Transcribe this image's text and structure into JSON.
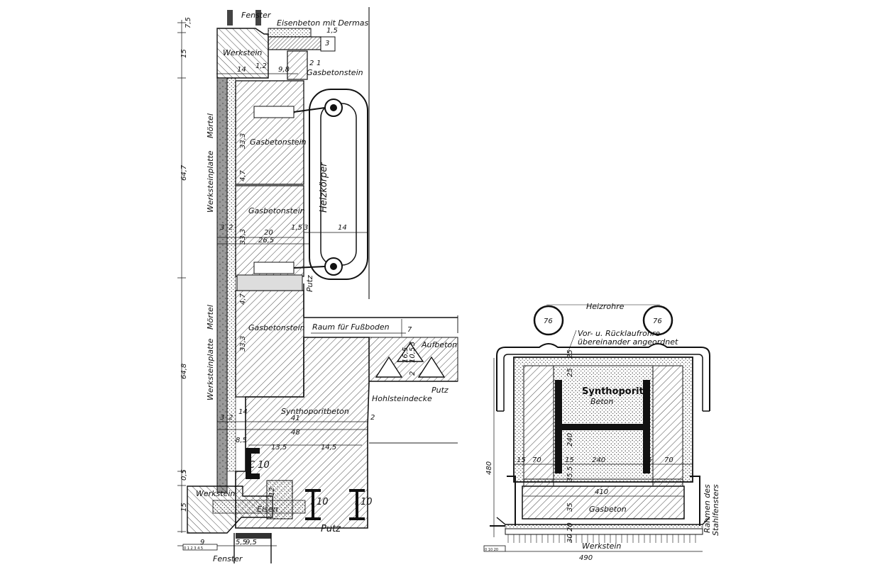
{
  "left_section": {
    "labels": {
      "fenster_top": "Fenster",
      "eisenbeton": "Eisenbeton mit Dermas",
      "werkstein_top": "Werkstein",
      "gasbetonstein_top": "Gasbetonstein",
      "gasbetonstein_1": "Gasbetonstein",
      "gasbetonstein_2": "Gasbetonstein",
      "gasbetonstein_3": "Gasbetonstein",
      "heizkoerper": "Heizkörper",
      "moertel_1": "Mörtel",
      "moertel_2": "Mörtel",
      "werksteinplatte_1": "Werksteinplatte",
      "werksteinplatte_2": "Werksteinplatte",
      "putz_1": "Putz",
      "putz_2": "Putz",
      "putz_3": "Putz",
      "raum_fussboden": "Raum für Fußboden",
      "aufbeton": "Aufbeton",
      "hohlsteindecke": "Hohlsteindecke",
      "synthoporitbeton": "Synthoporitbeton",
      "werkstein_bottom": "Werkstein",
      "eisen": "Eisen",
      "c10": "C 10",
      "i10_a": "I 10",
      "i10_b": "I 10",
      "fenster_bottom": "Fenster"
    },
    "dims": {
      "d_75": "7,5",
      "d_15_top": "15",
      "d_647": "64,7",
      "d_648": "64,8",
      "d_05": "0,5",
      "d_15_bottom": "15",
      "d_15a": "1,5",
      "d_3a": "3",
      "d_2a": "2",
      "d_1a": "1",
      "d_14a": "14",
      "d_12": "1,2",
      "d_98": "9,8",
      "d_333a": "33,3",
      "d_47a": "4,7",
      "d_333b": "33,3",
      "d_3b": "3",
      "d_2b": "2",
      "d_20": "20",
      "d_15b": "1,5",
      "d_3c": "3",
      "d_14b": "14",
      "d_265": "26,5",
      "d_47b": "4,7",
      "d_333c": "33,3",
      "d_7": "7",
      "d_165": "16,5",
      "d_105": "10,5",
      "d_3d": "3",
      "d_2c": "2",
      "d_3e": "3",
      "d_2d": "2",
      "d_14c": "14",
      "d_41": "41",
      "d_48": "48",
      "d_2e": "2",
      "d_85": "8,5",
      "d_135": "13,5",
      "d_145": "14,5",
      "d_12b": "12",
      "d_9": "9",
      "d_55": "5,5",
      "d_95": "9,5"
    },
    "scale_mark": "0 1 2 3 4 5"
  },
  "right_section": {
    "labels": {
      "heizrohre": "Heizrohre",
      "pipe_left": "76",
      "pipe_right": "76",
      "vorlauf_1": "Vor- u. Rücklaufrohre",
      "vorlauf_2": "übereinander angeordnet",
      "synthoporit": "Synthoporit-",
      "beton": "Beton",
      "gasbeton": "Gasbeton",
      "werkstein": "Werkstein",
      "rahmen_1": "Rahmen des",
      "rahmen_2": "Stahlfensters"
    },
    "dims": {
      "d_480": "480",
      "d_25": "25",
      "d_25b": "25",
      "d_70a": "70",
      "d_15a": "15",
      "d_240h": "240",
      "d_15b": "15",
      "d_70b": "70",
      "d_15c": "15",
      "d_410": "410",
      "d_490": "490",
      "d_240v": "240",
      "d_355": "35,5",
      "d_35": "35",
      "d_20": "20",
      "d_30": "30"
    },
    "scale_mark": "0 10 20"
  }
}
